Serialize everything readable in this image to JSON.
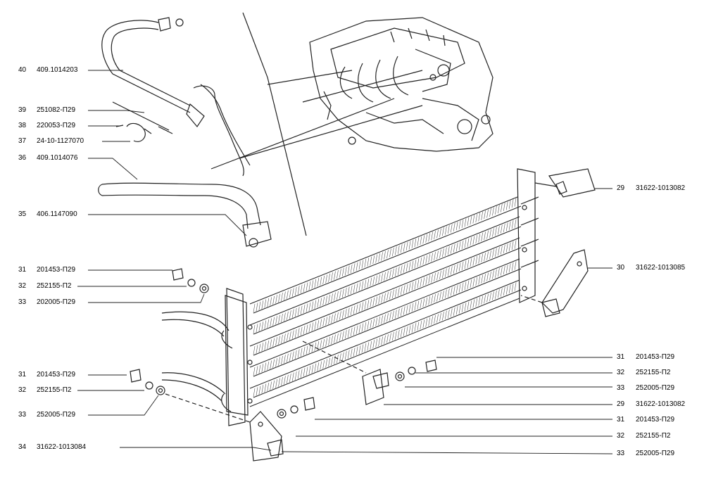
{
  "left_callouts": [
    {
      "num": "40",
      "code": "409.1014203"
    },
    {
      "num": "39",
      "code": "251082-П29"
    },
    {
      "num": "38",
      "code": "220053-П29"
    },
    {
      "num": "37",
      "code": "24-10-1127070"
    },
    {
      "num": "36",
      "code": "409.1014076"
    },
    {
      "num": "35",
      "code": "406.1147090"
    },
    {
      "num": "31",
      "code": "201453-П29"
    },
    {
      "num": "32",
      "code": "252155-П2"
    },
    {
      "num": "33",
      "code": "202005-П29"
    },
    {
      "num": "31",
      "code": "201453-П29"
    },
    {
      "num": "32",
      "code": "252155-П2"
    },
    {
      "num": "33",
      "code": "252005-П29"
    },
    {
      "num": "34",
      "code": "31622-1013084"
    }
  ],
  "right_callouts": [
    {
      "num": "29",
      "code": "31622-1013082"
    },
    {
      "num": "30",
      "code": "31622-1013085"
    },
    {
      "num": "31",
      "code": "201453-П29"
    },
    {
      "num": "32",
      "code": "252155-П2"
    },
    {
      "num": "33",
      "code": "252005-П29"
    },
    {
      "num": "29",
      "code": "31622-1013082"
    },
    {
      "num": "31",
      "code": "201453-П29"
    },
    {
      "num": "32",
      "code": "252155-П2"
    },
    {
      "num": "33",
      "code": "252005-П29"
    }
  ]
}
